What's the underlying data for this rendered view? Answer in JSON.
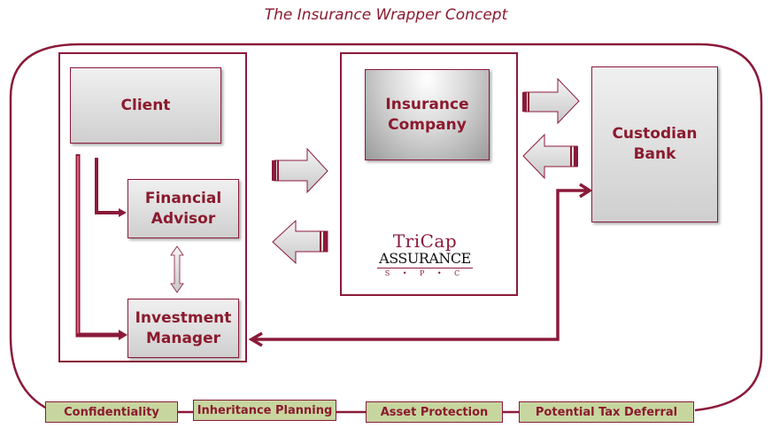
{
  "title": "The Insurance Wrapper Concept",
  "colors": {
    "accent": "#8b1a3a",
    "tag_fill": "#c7d69f",
    "box_fill": "#d9d9d9",
    "text": "#8b1a2e"
  },
  "nodes": {
    "client": "Client",
    "financial_advisor": [
      "Financial",
      "Advisor"
    ],
    "investment_manager": [
      "Investment",
      "Manager"
    ],
    "insurance_company": [
      "Insurance",
      "Company"
    ],
    "custodian_bank": [
      "Custodian",
      "Bank"
    ]
  },
  "logo": {
    "line1": "TriCap",
    "line2": "ASSURANCE",
    "line3": "S • P • C"
  },
  "benefits": [
    "Confidentiality",
    "Inheritance Planning",
    "Asset Protection",
    "Potential Tax Deferral"
  ],
  "connectors": [
    {
      "from": "client",
      "to": "financial_advisor",
      "type": "elbow-arrow"
    },
    {
      "from": "client",
      "to": "investment_manager",
      "type": "elbow-arrow"
    },
    {
      "from": "financial_advisor",
      "to": "investment_manager",
      "type": "double-arrow"
    },
    {
      "from": "client-group",
      "to": "insurance-group",
      "type": "block-arrow-right"
    },
    {
      "from": "insurance-group",
      "to": "client-group",
      "type": "block-arrow-left"
    },
    {
      "from": "insurance-group",
      "to": "custodian_bank",
      "type": "block-arrow-right"
    },
    {
      "from": "custodian_bank",
      "to": "insurance-group",
      "type": "block-arrow-left"
    },
    {
      "from": "custodian_bank",
      "to": "investment_manager",
      "type": "bidirectional-line"
    }
  ]
}
